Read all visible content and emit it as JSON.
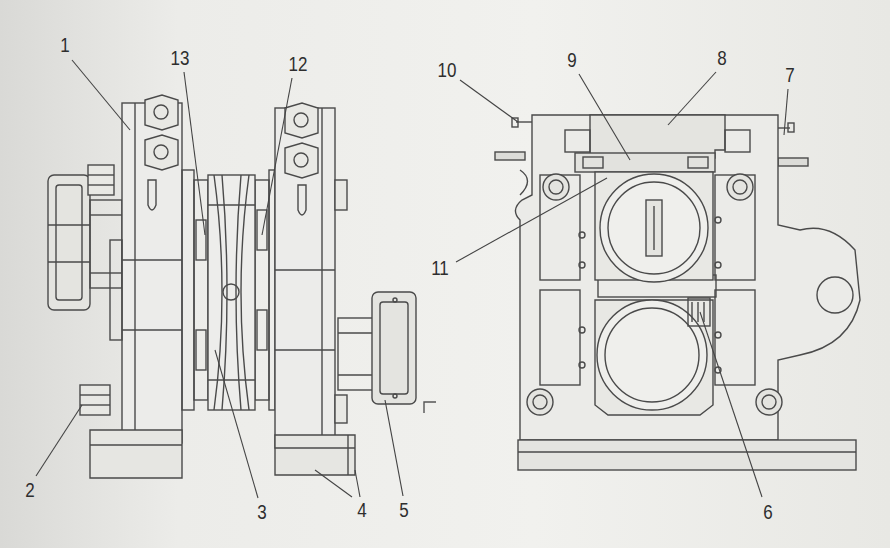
{
  "diagram": {
    "labels": [
      "1",
      "13",
      "12",
      "10",
      "9",
      "8",
      "7",
      "11",
      "2",
      "3",
      "4",
      "5",
      "6"
    ]
  }
}
